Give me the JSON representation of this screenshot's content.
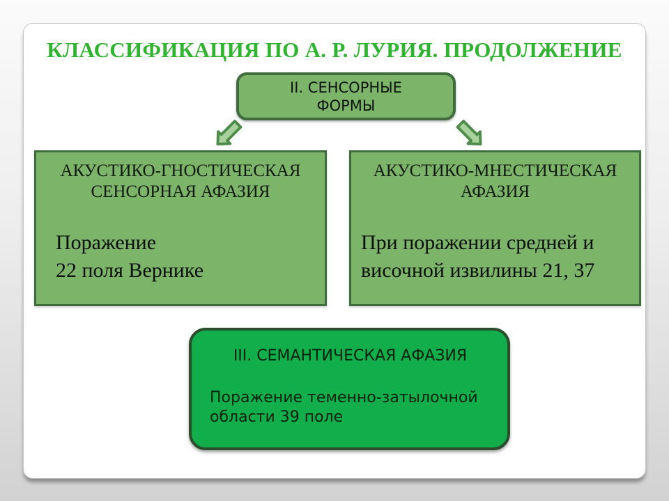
{
  "slide": {
    "title": "КЛАССИФИКАЦИЯ ПО А. Р. ЛУРИЯ. ПРОДОЛЖЕНИЕ"
  },
  "diagram": {
    "sensory_box": {
      "lines": [
        "II. СЕНСОРНЫЕ",
        "ФОРМЫ"
      ]
    },
    "arrows": [
      "arrow-down-left",
      "arrow-down-right"
    ],
    "left_box": {
      "heading_lines": [
        "АКУСТИКО-ГНОСТИЧЕСКАЯ",
        "СЕНСОРНАЯ АФАЗИЯ"
      ],
      "body_lines": [
        "Поражение",
        "22 поля Вернике"
      ]
    },
    "right_box": {
      "heading_lines": [
        "АКУСТИКО-МНЕСТИЧЕСКАЯ",
        "АФАЗИЯ"
      ],
      "body_lines": [
        "При поражении средней и",
        "височной извилины 21, 37"
      ]
    },
    "semantic_box": {
      "title": "III. СЕМАНТИЧЕСКАЯ АФАЗИЯ",
      "body_lines": [
        "Поражение теменно-затылочной",
        "области 39 поле"
      ]
    }
  },
  "colors": {
    "title_green": "#2FB42F",
    "box_fill": "#7CB469",
    "box_border": "#3F6C3C",
    "arrow_fill": "#A8D19B",
    "arrow_stroke": "#4E8C49",
    "semantic_fill": "#12AE4B",
    "semantic_border": "#2A4E2C"
  }
}
